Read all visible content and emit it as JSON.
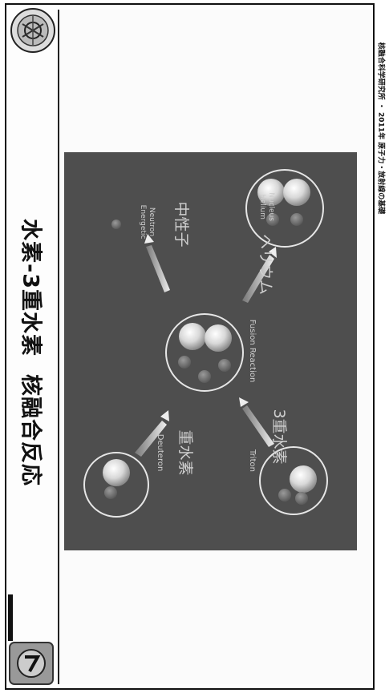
{
  "slide": {
    "title_part1": "水素-3重水素",
    "title_part2": "核融合反応"
  },
  "figure": {
    "labels": {
      "deuteron_en": "Deuteron",
      "deuteron_jp": "重水素",
      "triton_en": "Triton",
      "triton_jp": "3重水素",
      "fusion": "Fusion Reaction",
      "neutron_en_1": "Energetic",
      "neutron_en_2": "Neutron",
      "neutron_jp": "中性子",
      "helium_en_1": "Helium",
      "helium_en_2": "Nucleus",
      "helium_jp": "ヘリウム"
    }
  },
  "footer": {
    "text": "核融合科学研究所 ・ 2011年 原子力・放射線の基礎"
  },
  "colors": {
    "figure_bg": "#4e4e4e",
    "circle_stroke": "#e6e6e6",
    "label": "#cfcfcf",
    "frame": "#111111"
  },
  "icons": [
    "institute-seal-icon",
    "corner-logo-icon"
  ]
}
